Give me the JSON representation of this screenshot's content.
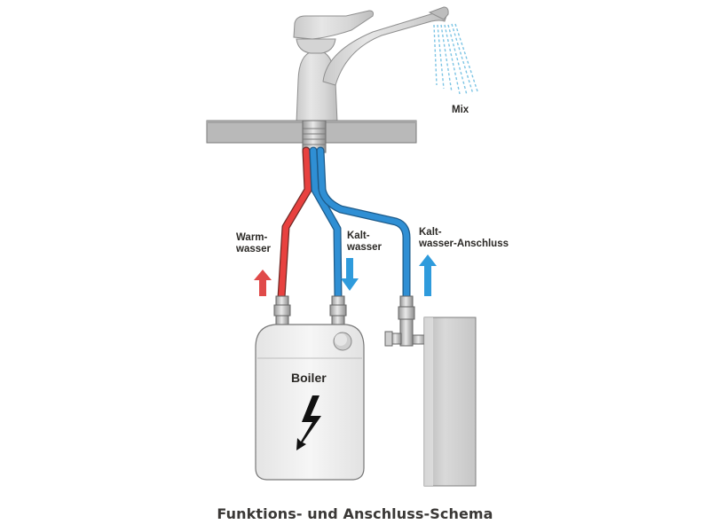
{
  "labels": {
    "mix": "Mix",
    "warmwasser_1": "Warm-",
    "warmwasser_2": "wasser",
    "kaltwasser_1": "Kalt-",
    "kaltwasser_2": "wasser",
    "anschluss_1": "Kalt-",
    "anschluss_2": "wasser-Anschluss",
    "boiler": "Boiler"
  },
  "caption": "Funktions- und Anschluss-Schema",
  "colors": {
    "hot_pipe": "#e8413f",
    "cold_pipe": "#2f8fd4",
    "hot_arrow": "#e04a49",
    "cold_arrow": "#2f9bdc",
    "counter": "#b9b9b9",
    "faucet": "#dadada",
    "boiler": "#eeeeee",
    "wall": "#cfcfcf"
  },
  "icons": [
    "faucet-icon",
    "water-spray-icon",
    "lightning-icon",
    "flow-arrow-icon",
    "valve-icon"
  ]
}
